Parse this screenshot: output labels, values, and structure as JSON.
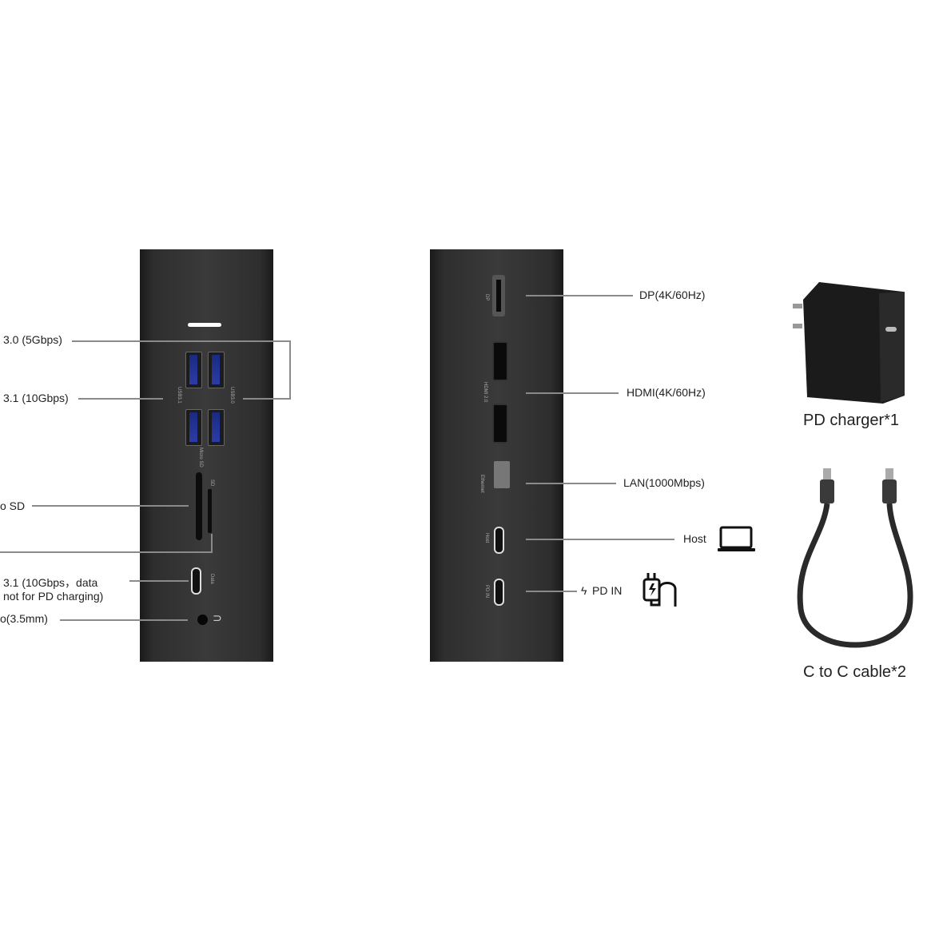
{
  "left_dock": {
    "labels": {
      "usb30": "3.0 (5Gbps)",
      "usb31": "3.1 (10Gbps)",
      "micro_sd": "o SD",
      "usbc_data_line1": "3.1 (10Gbps，data",
      "usbc_data_line2": "not for PD charging)",
      "audio": "o(3.5mm)"
    },
    "port_marks": {
      "usb31": "USB3.1",
      "usb30": "USB3.0",
      "micro_sd": "Micro SD",
      "sd": "SD",
      "data": "Data"
    }
  },
  "right_dock": {
    "labels": {
      "dp": "DP(4K/60Hz)",
      "hdmi": "HDMI(4K/60Hz)",
      "lan": "LAN(1000Mbps)",
      "host": "Host",
      "pd_in": "PD IN"
    },
    "port_marks": {
      "dp": "DP",
      "hdmi": "HDMI 2.0",
      "ethernet": "Ethernet",
      "host": "Host",
      "pd_in": "PD IN"
    },
    "icons": [
      "laptop-icon",
      "charger-plug-icon",
      "lightning-icon"
    ]
  },
  "accessories": {
    "charger": "PD charger*1",
    "cable": "C to C cable*2"
  }
}
